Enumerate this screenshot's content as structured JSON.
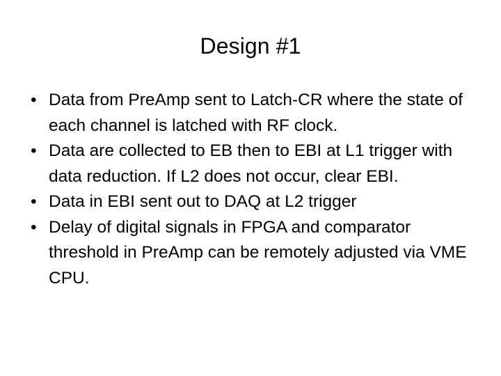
{
  "slide": {
    "title": "Design #1",
    "background_color": "#ffffff",
    "text_color": "#000000",
    "bullet_glyph": "•",
    "bullets": [
      {
        "text": "Data from PreAmp sent to Latch-CR where the state of each channel is latched with RF clock."
      },
      {
        "text": "Data are collected to EB then to EBI at L1 trigger with data reduction. If L2 does not occur, clear EBI."
      },
      {
        "text": "Data in EBI sent out to DAQ at L2 trigger"
      },
      {
        "text": "Delay of digital signals in FPGA and comparator threshold in PreAmp can be remotely adjusted via VME CPU."
      }
    ]
  }
}
